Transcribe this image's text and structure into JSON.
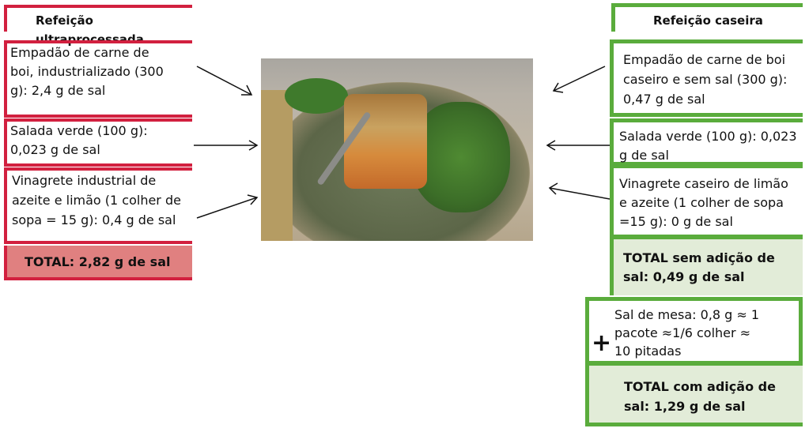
{
  "left": {
    "title": "Refeição ultraprocessada",
    "items": [
      "Empadão de carne de boi, industrializado (300 g): 2,4 g de sal",
      "Salada verde (100 g): 0,023 g de sal",
      "Vinagrete industrial de azeite e limão (1 colher de sopa = 15 g): 0,4 g de sal"
    ],
    "total": "TOTAL: 2,82 g de sal",
    "color": "#d2203f",
    "total_fill": "#e08080"
  },
  "right": {
    "title": "Refeição caseira",
    "items": [
      "Empadão de carne de boi caseiro e sem sal (300 g): 0,47 g de sal",
      "Salada verde (100 g): 0,023 g de sal",
      "Vinagrete caseiro de limão e azeite (1 colher de sopa =15 g): 0 g de sal"
    ],
    "total_without": "TOTAL sem adição de sal: 0,49 g de sal",
    "plus": "+",
    "table_salt": "Sal de mesa: 0,8 g ≈ 1 pacote ≈1/6 colher ≈ 10 pitadas",
    "total_with": "TOTAL com adição de sal: 1,29 g de sal",
    "color": "#5aac3c",
    "total_fill": "#e2ecd8"
  },
  "image": {
    "icon": "meal-photo"
  }
}
